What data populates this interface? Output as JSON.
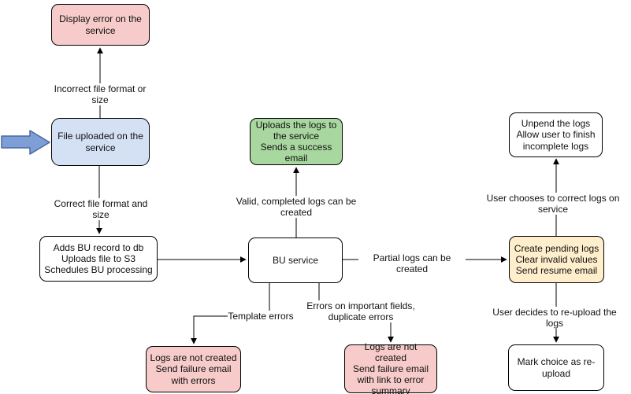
{
  "diagram_name": "bulk-upload-flowchart",
  "colors": {
    "node_pink": "#f6cbc9",
    "node_blue": "#d4e1f5",
    "node_green": "#a9d7a0",
    "node_yellow": "#ffeecb",
    "node_white": "#ffffff",
    "line": "#000000",
    "entry_arrow_fill": "#7d9fd6",
    "entry_arrow_stroke": "#4a6a9e"
  },
  "nodes": {
    "display_error": {
      "text": "Display error on the\nservice",
      "fill": "#f6cbc9"
    },
    "file_uploaded": {
      "text": "File uploaded on the\nservice",
      "fill": "#d4e1f5"
    },
    "adds_bu_record": {
      "text": "Adds BU record to db\nUploads file to S3\nSchedules BU processing",
      "fill": "#ffffff"
    },
    "bu_service": {
      "text": "BU service",
      "fill": "#ffffff"
    },
    "uploads_logs": {
      "text": "Uploads the logs to\nthe service\nSends a success\nemail",
      "fill": "#a9d7a0"
    },
    "create_pending_logs": {
      "text": "Create pending logs\nClear invalid values\nSend resume email",
      "fill": "#ffeecb"
    },
    "unpend_logs": {
      "text": "Unpend the logs\nAllow user to finish\nincomplete logs",
      "fill": "#ffffff"
    },
    "mark_choice_reupload": {
      "text": "Mark choice as re-\nupload",
      "fill": "#ffffff"
    },
    "logs_not_created_errors": {
      "text": "Logs are not created\nSend failure email\nwith errors",
      "fill": "#f6cbc9"
    },
    "logs_not_created_summary": {
      "text": "Logs are not created\nSend failure email\nwith link to error\nsummary",
      "fill": "#f6cbc9"
    }
  },
  "edges": {
    "incorrect_format": {
      "label": "Incorrect file format or size"
    },
    "correct_format": {
      "label": "Correct file format and size"
    },
    "valid_logs": {
      "label": "Valid, completed logs can be created"
    },
    "partial_logs": {
      "label": "Partial logs can be created"
    },
    "template_errors": {
      "label": "Template errors"
    },
    "important_field_errors": {
      "label": "Errors on important fields,\nduplicate errors"
    },
    "correct_on_service": {
      "label": "User chooses to correct logs on service"
    },
    "reupload_logs": {
      "label": "User decides to re-upload the logs"
    }
  },
  "icons": {
    "entry_arrow": "thick-right-arrow"
  }
}
